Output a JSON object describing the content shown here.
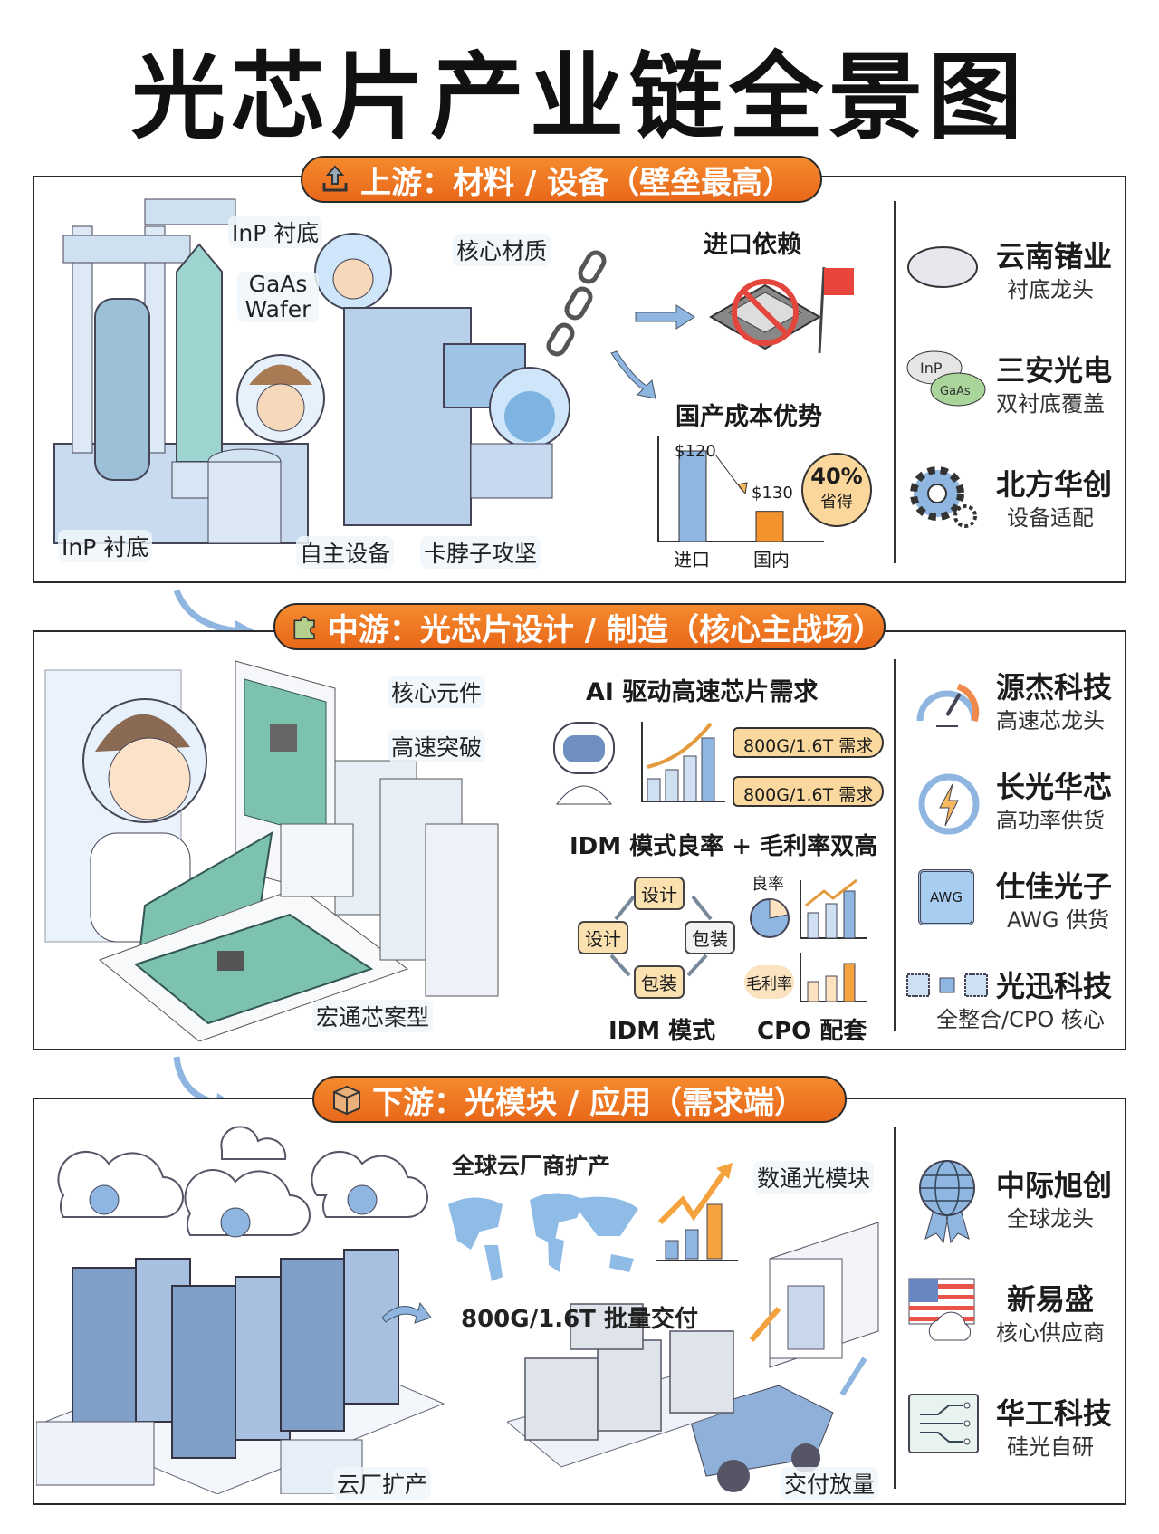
{
  "title": "光芯片产业链全景图",
  "colors": {
    "accent": "#ef7a24",
    "blue": "#8fb6e0",
    "border": "#2a2a2a"
  },
  "upstream": {
    "header": "上游：材料 / 设备（壁垒最高）",
    "header_icon": "upload-icon",
    "labels": {
      "inp_top": "InP 衬底",
      "gaas": "GaAs Wafer",
      "core_material": "核心材质",
      "inp_bottom": "InP 衬底",
      "own_equipment": "自主设备",
      "bottleneck": "卡脖子攻坚",
      "import_dep": "进口依赖",
      "cost_adv": "国产成本优势"
    },
    "chart": {
      "import_label": "进口",
      "domestic_label": "国内",
      "import_price": "$120",
      "domestic_price": "$130",
      "import_value": 120,
      "domestic_value": 40,
      "saving_pct": "40%",
      "saving_text": "省得"
    },
    "companies": [
      {
        "name": "云南锗业",
        "desc": "衬底龙头",
        "icon": "wafer-icon"
      },
      {
        "name": "三安光电",
        "desc": "双衬底覆盖",
        "icon": "inp-gaas-wafer-icon"
      },
      {
        "name": "北方华创",
        "desc": "设备适配",
        "icon": "gear-icon"
      }
    ]
  },
  "midstream": {
    "header": "中游：光芯片设计 / 制造（核心主战场）",
    "header_icon": "puzzle-icon",
    "labels": {
      "core_component": "核心元件",
      "high_speed": "高速突破",
      "case": "宏通芯案型",
      "ai_demand": "AI 驱动高速芯片需求",
      "tag1": "800G/1.6T 需求",
      "tag2": "800G/1.6T 需求",
      "idm_title": "IDM 模式良率 + 毛利率双高",
      "cycle_top": "设计",
      "cycle_right": "包装",
      "cycle_bottom": "包装",
      "cycle_left": "设计",
      "yield": "良率",
      "margin": "毛利率",
      "idm_mode": "IDM 模式",
      "cpo": "CPO 配套"
    },
    "companies": [
      {
        "name": "源杰科技",
        "desc": "高速芯龙头",
        "icon": "speedometer-icon"
      },
      {
        "name": "长光华芯",
        "desc": "高功率供货",
        "icon": "power-icon"
      },
      {
        "name": "仕佳光子",
        "desc": "AWG 供货",
        "chip_text": "AWG",
        "icon": "awg-chip-icon"
      },
      {
        "name": "光迅科技",
        "desc": "全整合/CPO 核心",
        "icon": "chip-chain-icon"
      }
    ]
  },
  "downstream": {
    "header": "下游：光模块 / 应用（需求端）",
    "header_icon": "box-icon",
    "labels": {
      "global_cloud": "全球云厂商扩产",
      "datacom": "数通光模块",
      "bulk": "800G/1.6T 批量交付",
      "cloud_expand": "云厂扩产",
      "delivery": "交付放量"
    },
    "companies": [
      {
        "name": "中际旭创",
        "desc": "全球龙头",
        "icon": "globe-ribbon-icon"
      },
      {
        "name": "新易盛",
        "desc": "核心供应商",
        "icon": "flag-cloud-icon"
      },
      {
        "name": "华工科技",
        "desc": "硅光自研",
        "icon": "silicon-photonics-icon"
      }
    ]
  }
}
